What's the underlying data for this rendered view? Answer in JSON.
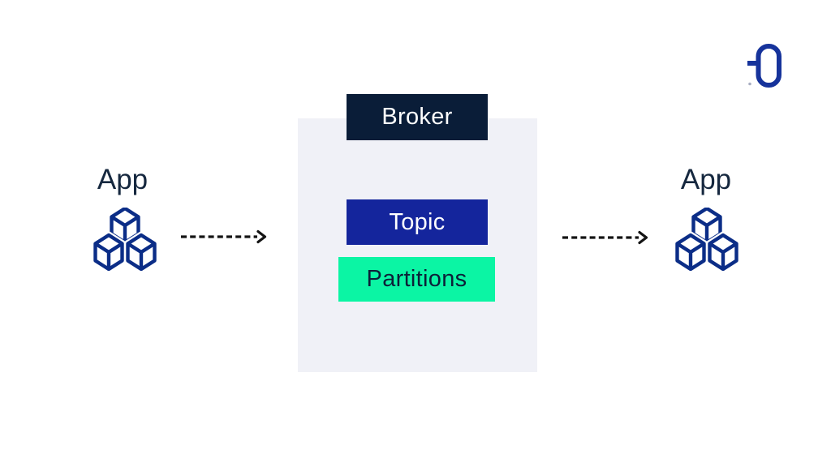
{
  "colors": {
    "bg": "#ffffff",
    "white": "#ffffff",
    "panel": "#f0f1f7",
    "broker_bg": "#0a1d38",
    "topic_bg": "#14259c",
    "partitions_bg": "#0bf5a4",
    "partitions_text": "#0c2038",
    "app_text": "#16283f",
    "cube_blue": "#0b2d87",
    "logo_blue": "#16339b",
    "logo_dot": "#a9aec2",
    "arrow": "#141414"
  },
  "diagram": {
    "broker": {
      "label": "Broker"
    },
    "topic": {
      "label": "Topic"
    },
    "partitions": {
      "label": "Partitions"
    },
    "left_app": {
      "label": "App"
    },
    "right_app": {
      "label": "App"
    },
    "icons": {
      "left_app_icon": "cubes-icon",
      "right_app_icon": "cubes-icon",
      "left_arrow_icon": "dashed-arrow-right-icon",
      "right_arrow_icon": "dashed-arrow-right-icon",
      "brand": "brand-logo-d-icon"
    }
  }
}
